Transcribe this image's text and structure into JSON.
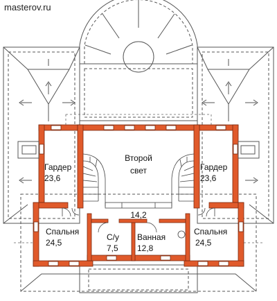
{
  "site": "masterov.ru",
  "colors": {
    "wall": "#e05a2b",
    "wall_edge": "#7a2a10",
    "roof": "#555555",
    "guide": "#666666",
    "background": "#ffffff"
  },
  "rooms": {
    "second_light": {
      "name_line1": "Второй",
      "name_line2": "свет"
    },
    "wardrobe_left": {
      "name": "Гардер",
      "area": "23,6"
    },
    "wardrobe_right": {
      "name": "Гардер",
      "area": "23,6"
    },
    "hall": {
      "area": "14,2"
    },
    "bedroom_left": {
      "name": "Спальня",
      "area": "24,5"
    },
    "bathroom_wc": {
      "name": "С/у",
      "area": "7,5"
    },
    "bathroom": {
      "name": "Ванная",
      "area": "12,8"
    },
    "bedroom_right": {
      "name": "Спальня",
      "area": "24,5"
    }
  }
}
